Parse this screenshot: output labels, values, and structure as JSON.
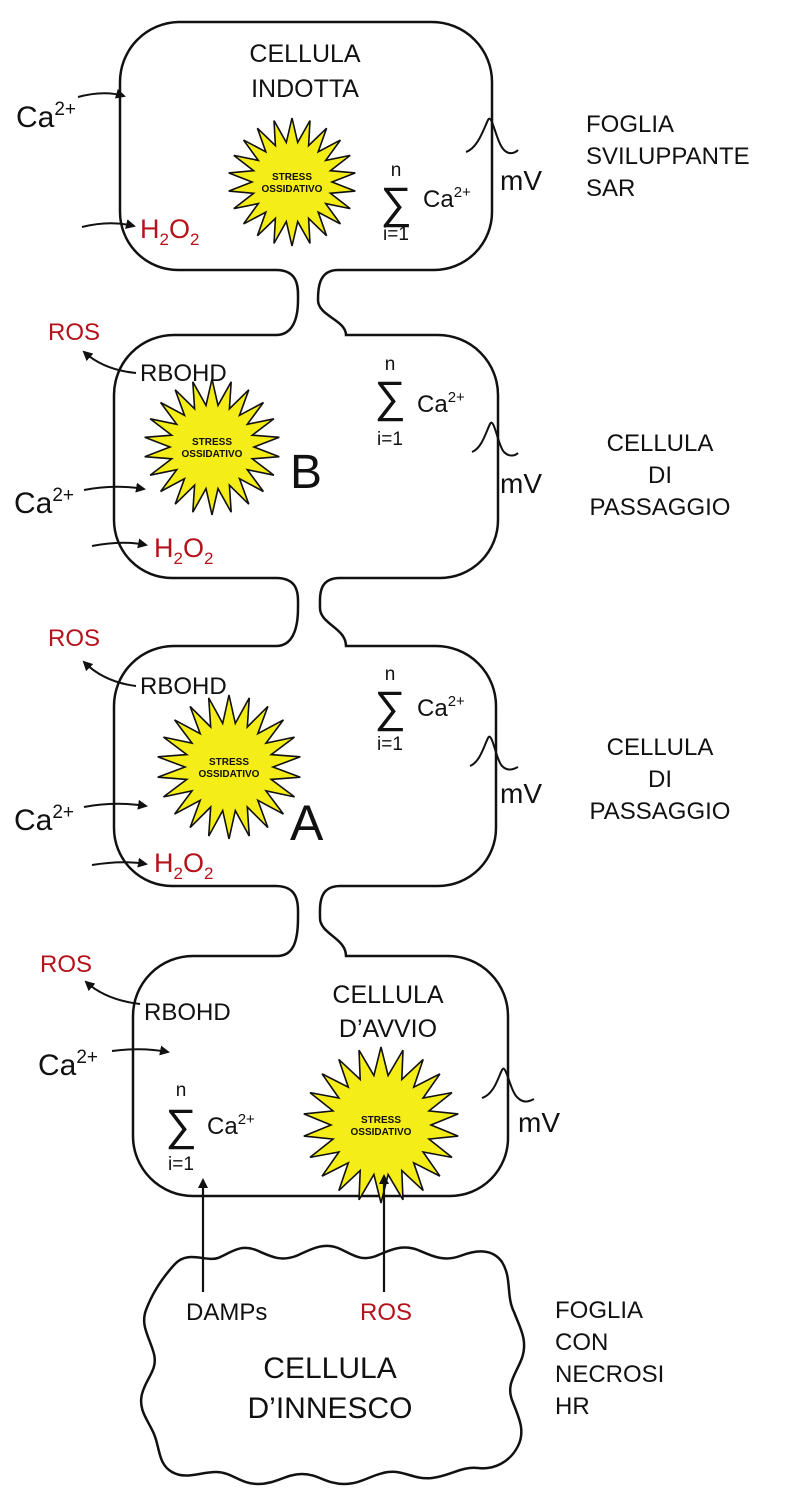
{
  "colors": {
    "ros_red": "#b5121b",
    "burst_yellow": "#f5ed18",
    "outline": "#111111"
  },
  "cells": {
    "indotta": {
      "title_line1": "CELLULA",
      "title_line2": "INDOTTA"
    },
    "avvio": {
      "title_line1": "CELLULA",
      "title_line2": "D’AVVIO"
    },
    "innesco": {
      "title_line1": "CELLULA",
      "title_line2": "D’INNESCO"
    }
  },
  "labels": {
    "ca": "Ca",
    "ca_charge": "2+",
    "h2o2_h": "H",
    "h2o2_2a": "2",
    "h2o2_o": "O",
    "h2o2_2b": "2",
    "ros": "ROS",
    "rbohd": "RBOHD",
    "mv": "mV",
    "sum_n": "n",
    "sum_i": "i=1",
    "stress_line1": "STRESS",
    "stress_line2": "OSSIDATIVO",
    "marker_b": "B",
    "marker_a": "A",
    "damps": "DAMPs"
  },
  "side_labels": {
    "top": [
      "FOGLIA",
      "SVILUPPANTE",
      "SAR"
    ],
    "b": [
      "CELLULA",
      "DI",
      "PASSAGGIO"
    ],
    "a": [
      "CELLULA",
      "DI",
      "PASSAGGIO"
    ],
    "bottom": [
      "FOGLIA",
      "CON",
      "NECROSI",
      "HR"
    ]
  }
}
